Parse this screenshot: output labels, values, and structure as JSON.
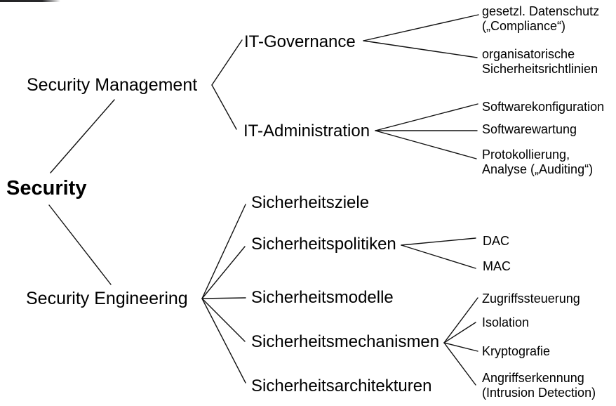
{
  "colors": {
    "background": "#ffffff",
    "text": "#000000",
    "line": "#111111"
  },
  "tree": {
    "root": {
      "label": "Security",
      "children": [
        {
          "label": "Security Management",
          "children": [
            {
              "label": "IT-Governance",
              "children": [
                {
                  "label": "gesetzl. Datenschutz\n(„Compliance“)"
                },
                {
                  "label": "organisatorische\nSicherheitsrichtlinien"
                }
              ]
            },
            {
              "label": "IT-Administration",
              "children": [
                {
                  "label": "Softwarekonfiguration"
                },
                {
                  "label": "Softwarewartung"
                },
                {
                  "label": "Protokollierung,\nAnalyse („Auditing“)"
                }
              ]
            }
          ]
        },
        {
          "label": "Security Engineering",
          "children": [
            {
              "label": "Sicherheitsziele"
            },
            {
              "label": "Sicherheitspolitiken",
              "children": [
                {
                  "label": "DAC"
                },
                {
                  "label": "MAC"
                }
              ]
            },
            {
              "label": "Sicherheitsmodelle"
            },
            {
              "label": "Sicherheitsmechanismen",
              "children": [
                {
                  "label": "Zugriffssteuerung"
                },
                {
                  "label": "Isolation"
                },
                {
                  "label": "Kryptografie"
                },
                {
                  "label": "Angriffserkennung\n(Intrusion Detection)"
                }
              ]
            },
            {
              "label": "Sicherheitsarchitekturen"
            }
          ]
        }
      ]
    }
  }
}
